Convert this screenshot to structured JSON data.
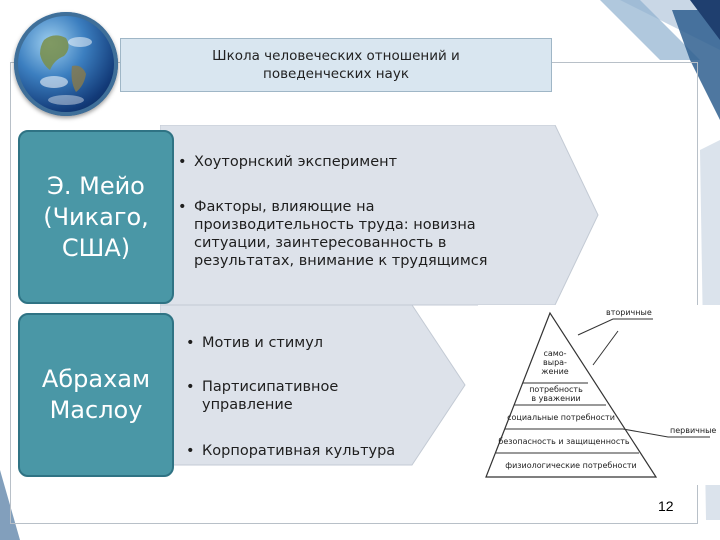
{
  "title": "Школа человеческих отношений и\nповеденческих наук",
  "people": [
    {
      "name": "Э. Мейо\n(Чикаго,\nСША)"
    },
    {
      "name": "Абрахам\nМаслоу"
    }
  ],
  "mayo_points": [
    "Хоуторнский эксперимент",
    "Факторы, влияющие на\nпроизводительность труда: новизна\nситуации, заинтересованность в\nрезультатах, внимание к трудящимся"
  ],
  "maslow_points": [
    "Мотив и стимул",
    "Партисипативное\nуправление",
    "Корпоративная культура"
  ],
  "pyramid": {
    "levels": [
      "само-\nвыра-\nжение",
      "потребность\nв уважении",
      "социальные потребности",
      "безопасность и защищенность",
      "физиологические потребности"
    ],
    "secondary_label": "вторичные",
    "primary_label": "первичные"
  },
  "page_number": "12",
  "colors": {
    "teal": "#4a97a6",
    "banner": "#d9e6f0",
    "arrow": "#dde2ea"
  }
}
